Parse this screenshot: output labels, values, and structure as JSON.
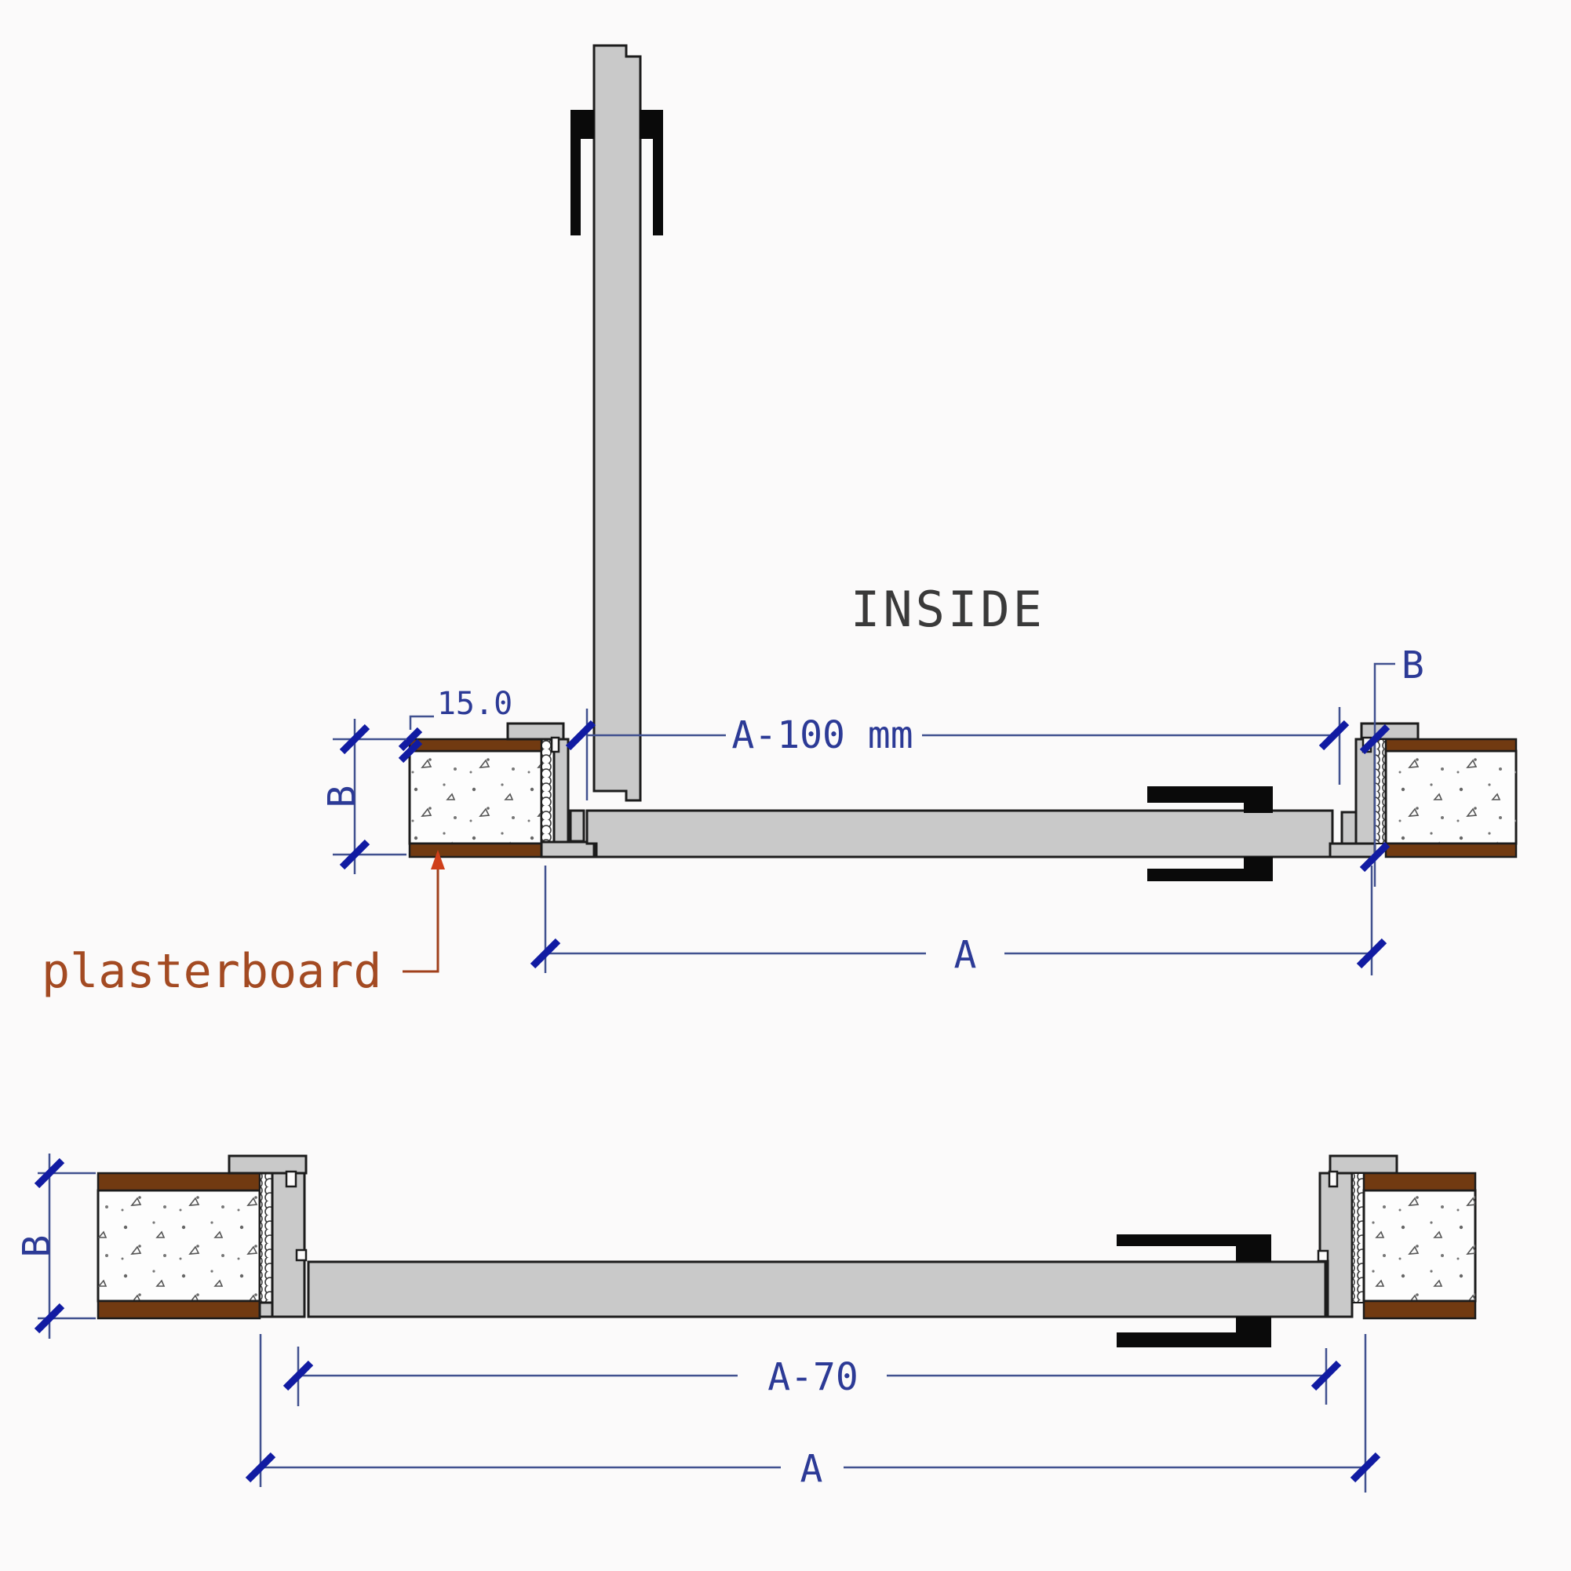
{
  "drawing": {
    "description": "Door frame cross-section in plasterboard wall, open and closed door positions",
    "labels": {
      "inside": "INSIDE",
      "plasterboard": "plasterboard",
      "thickness_15": "15.0",
      "a100": "A-100 mm",
      "a_top": "A",
      "b_left_top": "B",
      "b_right_top": "B",
      "b_bottom": "B",
      "a70": "A-70",
      "a_bottom": "A"
    },
    "colors": {
      "bg": "#fbfafa",
      "outline": "#1c1c1c",
      "gray": "#c9c9c9",
      "brown": "#713a11",
      "dimline": "#41518f",
      "tick": "#111ba2",
      "dimtext": "#2c3a96",
      "label_dark": "#3a3a3a",
      "pb_text": "#a34a22",
      "leader": "#a0401c",
      "arrow": "#cf3f1a"
    }
  }
}
